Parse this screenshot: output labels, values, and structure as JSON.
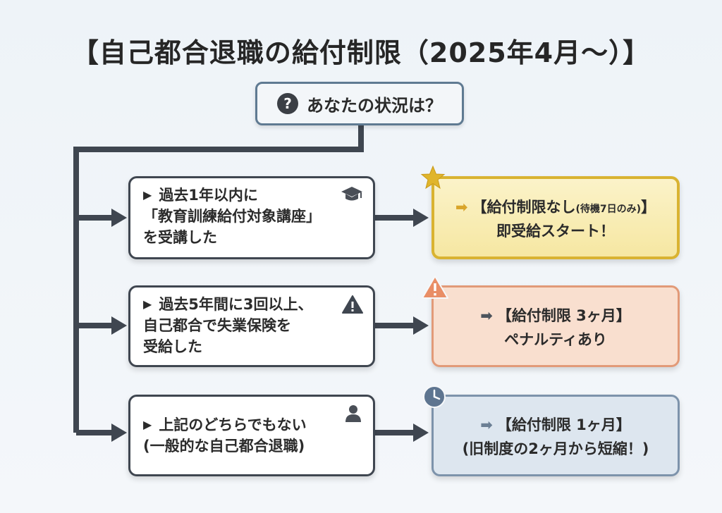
{
  "title": "【自己都合退職の給付制限（2025年4月〜）】",
  "question": {
    "icon": "question-icon",
    "text": "あなたの状況は？"
  },
  "conditions": [
    {
      "icon": "graduation-cap-icon",
      "lines": [
        "過去1年以内に",
        "「教育訓練給付対象講座」",
        "を受講した"
      ]
    },
    {
      "icon": "warning-icon",
      "lines": [
        "過去5年間に3回以上、",
        "自己都合で失業保険を",
        "受給した"
      ]
    },
    {
      "icon": "person-icon",
      "lines": [
        "上記のどちらでもない",
        "(一般的な自己都合退職)"
      ]
    }
  ],
  "results": [
    {
      "badge": "star-icon",
      "line1": "【給付制限なし",
      "line1_small": "(待機7日のみ)",
      "line1_end": "】",
      "line2": "即受給スタート！"
    },
    {
      "badge": "warning-icon",
      "line1": "【給付制限 3ヶ月】",
      "line2": "ペナルティあり"
    },
    {
      "badge": "clock-icon",
      "line1": "【給付制限 1ヶ月】",
      "line2": "(旧制度の2ヶ月から短縮！)"
    }
  ],
  "colors": {
    "connector": "#3f4650",
    "result_gold": "#f6e7a2",
    "result_orange": "#f9dfcf",
    "result_blue": "#dde6ef"
  }
}
